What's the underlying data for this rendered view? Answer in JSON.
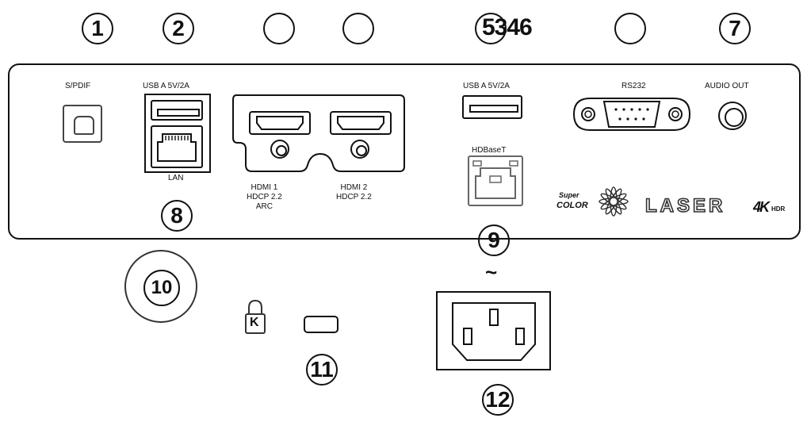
{
  "callouts": {
    "c1": "1",
    "c2": "2",
    "c3": "",
    "c4": "",
    "c5": "5346",
    "c6": "",
    "c7": "7",
    "c8": "8",
    "c9": "9",
    "c10": "10",
    "c11": "11",
    "c12": "12"
  },
  "ports": {
    "spdif": "S/PDIF",
    "usb_a_left": "USB A 5V/2A",
    "lan": "LAN",
    "hdmi1": [
      "HDMI 1",
      "HDCP 2.2",
      "ARC"
    ],
    "hdmi2": [
      "HDMI 2",
      "HDCP 2.2"
    ],
    "usb_a_right": "USB A 5V/2A",
    "hdbaset": "HDBaseT",
    "rs232": "RS232",
    "audio_out": "AUDIO OUT",
    "power_symbol": "~"
  },
  "logos": {
    "super": "Super",
    "color": "COLOR",
    "laser": "LASER",
    "k4": "4K",
    "hdr": "HDR"
  },
  "lock": {
    "kensington_letter": "K"
  }
}
